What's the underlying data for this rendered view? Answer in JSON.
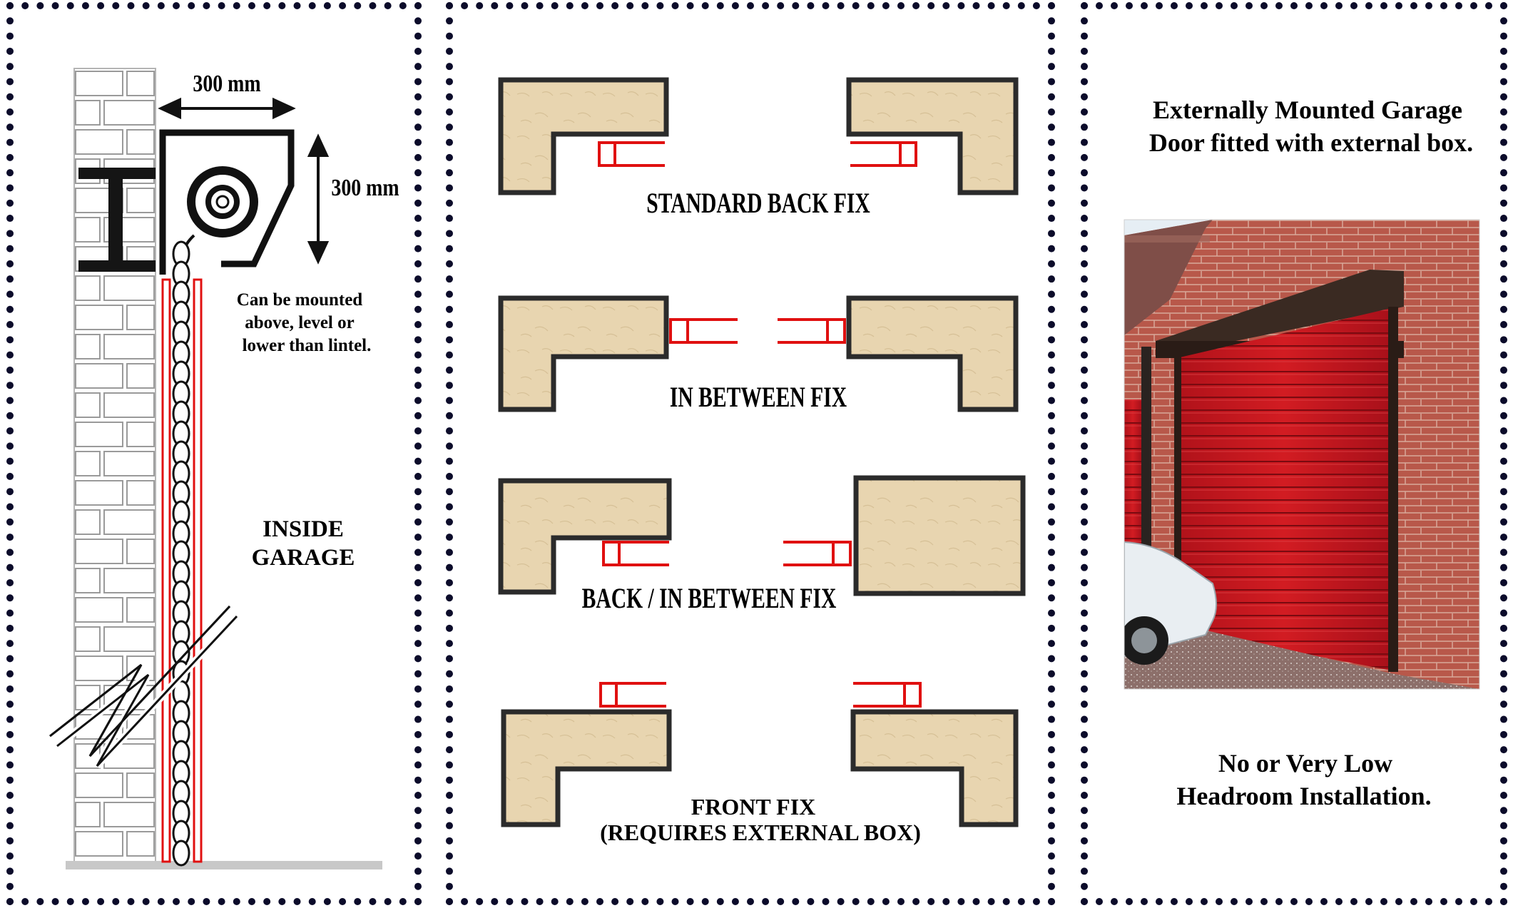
{
  "left_panel": {
    "dim_horizontal": "300 mm",
    "dim_vertical": "300 mm",
    "mount_note": [
      "Can be mounted",
      "above,  level or",
      "lower than lintel."
    ],
    "inside_garage": [
      "INSIDE",
      "GARAGE"
    ]
  },
  "middle_panel": {
    "fixes": [
      {
        "label": "STANDARD BACK FIX"
      },
      {
        "label": "IN BETWEEN FIX"
      },
      {
        "label": "BACK / IN BETWEEN FIX"
      },
      {
        "label": "FRONT FIX"
      }
    ],
    "front_fix_note": "(REQUIRES EXTERNAL BOX)"
  },
  "right_panel": {
    "heading": [
      "Externally Mounted Garage",
      "Door fitted with external box."
    ],
    "footer": [
      "No or Very Low",
      "Headroom Installation."
    ]
  },
  "colors": {
    "dots": "#0b0b2a",
    "wall_fill": "#e8d5b0",
    "wall_stroke": "#2b2b2b",
    "guide_red": "#e01010",
    "door_red": "#c4161c",
    "box_brown": "#3a2a22",
    "brick": "#b5574a"
  }
}
